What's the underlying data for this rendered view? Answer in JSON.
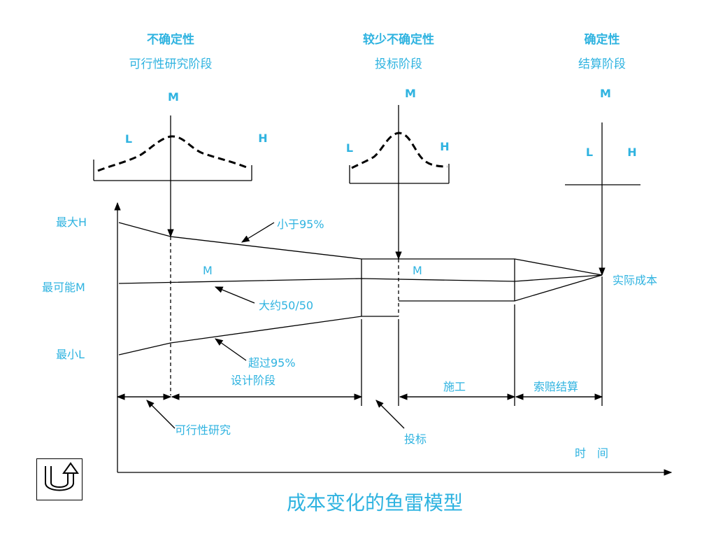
{
  "title": "成本变化的鱼雷模型",
  "stages": [
    {
      "heading": "不确定性",
      "name": "可行性研究阶段",
      "m": "M",
      "l": "L",
      "h": "H"
    },
    {
      "heading": "较少不确定性",
      "name": "投标阶段",
      "m": "M",
      "l": "L",
      "h": "H"
    },
    {
      "heading": "确定性",
      "name": "结算阶段",
      "m": "M",
      "l": "L",
      "h": "H"
    }
  ],
  "y_labels": {
    "max": "最大H",
    "likely": "最可能M",
    "min": "最小L"
  },
  "annotations": {
    "less_than": "小于95%",
    "about": "大约50/50",
    "more_than": "超过95%",
    "design": "设计阶段",
    "m_label_1": "M",
    "m_label_2": "M",
    "actual_cost": "实际成本"
  },
  "phases": {
    "construction": "施工",
    "claims": "索赔结算",
    "feasibility": "可行性研究",
    "bidding": "投标"
  },
  "x_axis_label": "时　间",
  "colors": {
    "text": "#2fb3e0",
    "line": "#000000"
  },
  "back_icon": "u-turn-arrow-icon"
}
